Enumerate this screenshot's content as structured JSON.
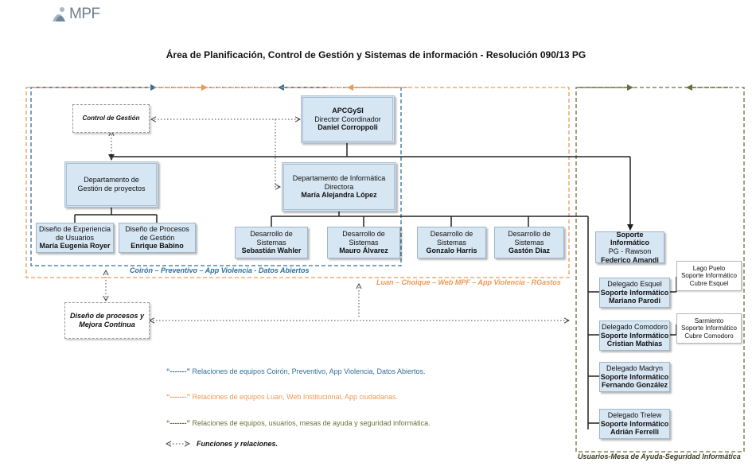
{
  "logo": {
    "text": "MPF"
  },
  "title": "Área de Planificación, Control de Gestión y Sistemas de información - Resolución 090/13 PG",
  "colors": {
    "blue": "#2f6f98",
    "orange": "#ee9857",
    "green": "#6d6e3a",
    "box_fill": "#d7e6f3"
  },
  "nodes": {
    "apcgysi": {
      "name": "APCGySI",
      "role": "Director Coordinador",
      "person": "Daniel Corroppoli"
    },
    "control": {
      "label": "Control de Gestión"
    },
    "gestion_proyectos": {
      "line1": "Departamento de",
      "line2": "Gestión de proyectos"
    },
    "informatica": {
      "line1": "Departamento de Informática",
      "line2": "Directora",
      "person": "María Alejandra López"
    },
    "experiencia": {
      "line1": "Diseño de Experiencia",
      "line2": "de Usuarios",
      "person": "María Eugenia Royer"
    },
    "procesos": {
      "line1": "Diseño de Procesos",
      "line2": "de Gestión",
      "person": "Enrique Babino"
    },
    "dev1": {
      "line1": "Desarrollo de",
      "line2": "Sistemas",
      "person": "Sebastián Wahler"
    },
    "dev2": {
      "line1": "Desarrollo de",
      "line2": "Sistemas",
      "person": "Mauro Álvarez"
    },
    "dev3": {
      "line1": "Desarrollo de",
      "line2": "Sistemas",
      "person": "Gonzalo Harris"
    },
    "dev4": {
      "line1": "Desarrollo de",
      "line2": "Sistemas",
      "person": "Gastón Diaz"
    },
    "mejora": {
      "line1": "Diseño de procesos y",
      "line2": "Mejora Continua"
    },
    "soporte": {
      "line1": "Soporte Informático",
      "line2": "PG - Rawson",
      "person": "Federico Amandi"
    },
    "esquel": {
      "line1": "Delegado Esquel",
      "line2": "Soporte Informático",
      "person": "Mariano Parodi"
    },
    "comodoro": {
      "line1": "Delegado Comodoro",
      "line2": "Soporte Informático",
      "person": "Cristian Mathias"
    },
    "madryn": {
      "line1": "Delegado Madryn",
      "line2": "Soporte Informático",
      "person": "Fernando González"
    },
    "trelew": {
      "line1": "Delegado Trelew",
      "line2": "Soporte Informático",
      "person": "Adrián Ferrelli"
    },
    "lago_puelo": {
      "line1": "Lago Puelo",
      "line2": "Soporte Informático",
      "line3": "Cubre Esquel"
    },
    "sarmiento": {
      "line1": "Sarmiento",
      "line2": "Soporte Informático",
      "line3": "Cubre Comodoro"
    }
  },
  "captions": {
    "blue": "Coirón – Preventivo – App Violencia - Datos Abiertos",
    "orange": "Luan – Choique – Web MPF – App Violencia - RGastos",
    "green": "Usuarios-Mesa de Ayuda-Seguridad Informática"
  },
  "legend": {
    "blue_quote": "“-------”",
    "blue_text": "Relaciones de equipos Coirón, Preventivo, App Violencia, Datos Abiertos.",
    "orange_quote": "“-------”",
    "orange_text": "Relaciones de equipos Luan, Web Institucional, App ciudadanas.",
    "green_quote": "“-------”",
    "green_text": "Relaciones de equipos, usuarios, mesas de ayuda y seguridad informática.",
    "arrows_text": "Funciones y relaciones."
  }
}
